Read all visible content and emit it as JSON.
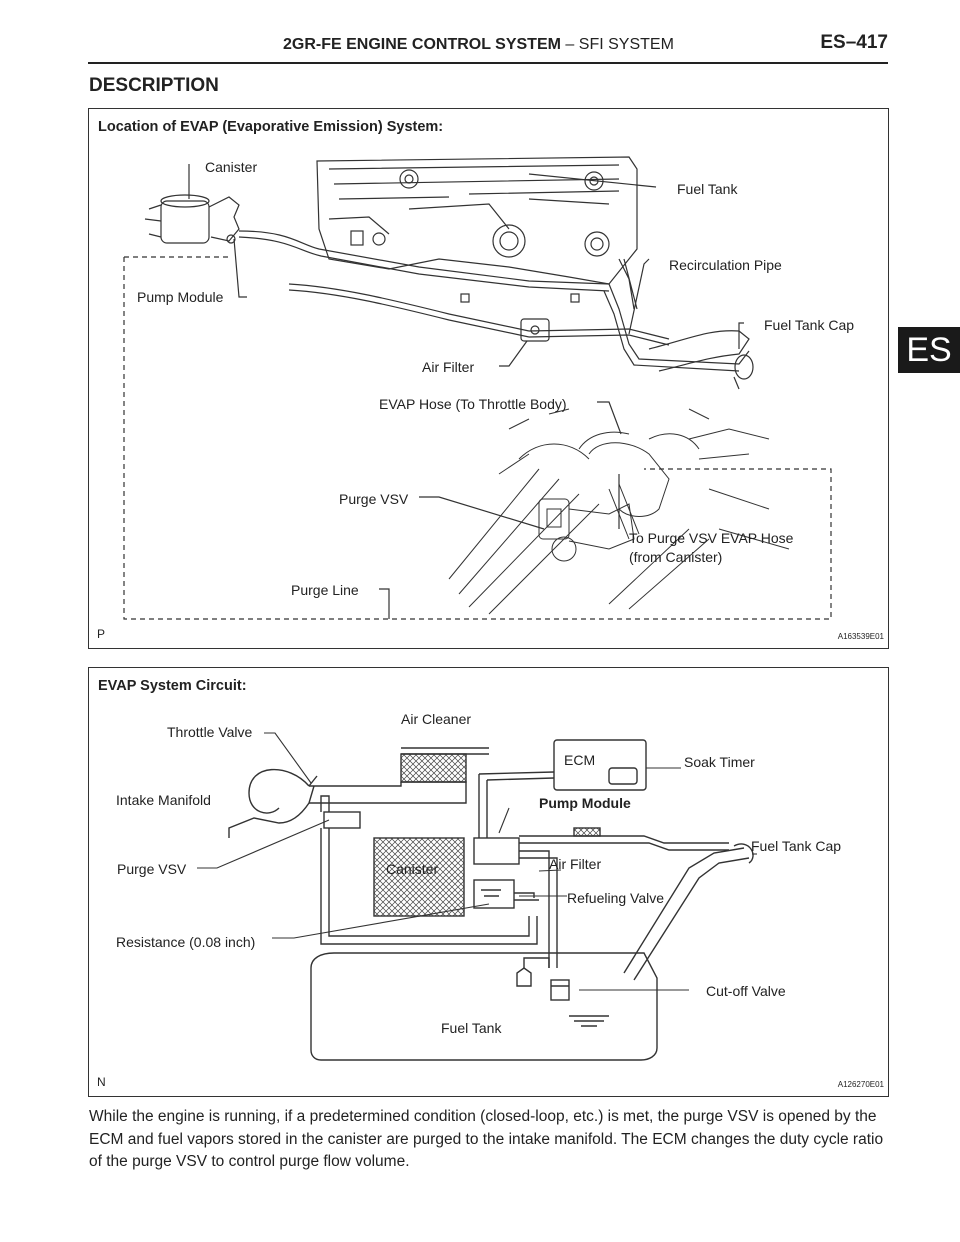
{
  "header": {
    "system": "2GR-FE ENGINE CONTROL SYSTEM",
    "separator": "–",
    "subsystem": "SFI SYSTEM",
    "page": "ES–417"
  },
  "side_tab": "ES",
  "section_heading": "DESCRIPTION",
  "figure1": {
    "title": "Location of EVAP (Evaporative Emission) System:",
    "letter": "P",
    "code": "A163539E01",
    "labels": {
      "canister": "Canister",
      "fuel_tank": "Fuel Tank",
      "recirculation_pipe": "Recirculation Pipe",
      "pump_module": "Pump Module",
      "fuel_tank_cap": "Fuel Tank Cap",
      "air_filter": "Air Filter",
      "evap_hose": "EVAP Hose (To Throttle Body)",
      "purge_vsv": "Purge VSV",
      "to_purge_hose_1": "To Purge VSV EVAP Hose",
      "to_purge_hose_2": "(from Canister)",
      "purge_line": "Purge Line"
    }
  },
  "figure2": {
    "title": "EVAP System Circuit:",
    "letter": "N",
    "code": "A126270E01",
    "labels": {
      "air_cleaner": "Air Cleaner",
      "throttle_valve": "Throttle Valve",
      "ecm": "ECM",
      "soak_timer": "Soak Timer",
      "intake_manifold": "Intake Manifold",
      "pump_module": "Pump Module",
      "fuel_tank_cap": "Fuel Tank Cap",
      "purge_vsv": "Purge VSV",
      "canister": "Canister",
      "air_filter": "Air Filter",
      "refueling_valve": "Refueling Valve",
      "resistance": "Resistance (0.08 inch)",
      "cut_off_valve": "Cut-off Valve",
      "fuel_tank": "Fuel Tank"
    }
  },
  "description": "While the engine is running, if a predetermined condition (closed-loop, etc.) is met, the purge VSV is opened by the ECM and fuel vapors stored in the canister are purged to the intake manifold. The ECM changes the duty cycle ratio of the purge VSV to control purge flow volume."
}
